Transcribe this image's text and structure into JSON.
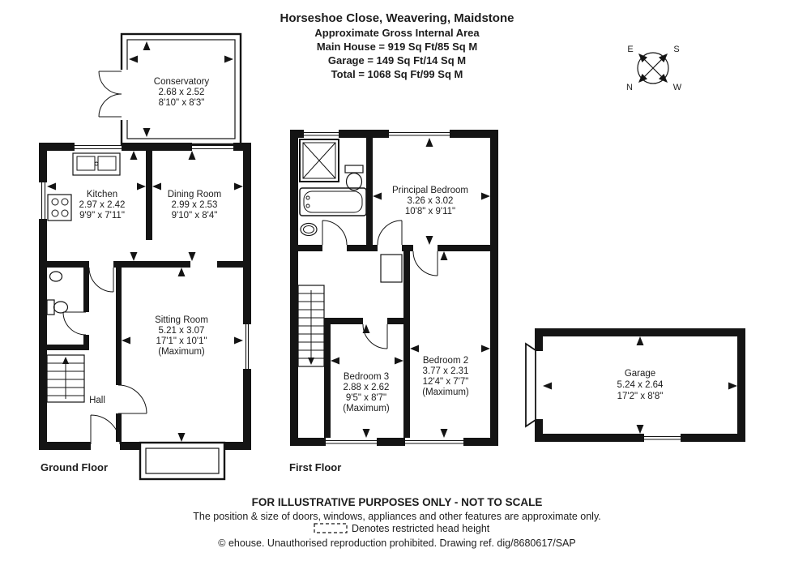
{
  "header": {
    "title": "Horseshoe Close, Weavering, Maidstone",
    "subtitle": "Approximate Gross Internal Area",
    "main_house": "Main House = 919 Sq Ft/85 Sq M",
    "garage_area": "Garage = 149 Sq Ft/14 Sq M",
    "total": "Total = 1068 Sq Ft/99 Sq M"
  },
  "compass": {
    "e": "E",
    "s": "S",
    "n": "N",
    "w": "W"
  },
  "floors": {
    "ground": "Ground Floor",
    "first": "First Floor"
  },
  "rooms": {
    "conservatory": {
      "name": "Conservatory",
      "metric": "2.68 x 2.52",
      "imperial": "8'10\" x 8'3\""
    },
    "kitchen": {
      "name": "Kitchen",
      "metric": "2.97 x 2.42",
      "imperial": "9'9\" x 7'11\""
    },
    "dining_room": {
      "name": "Dining Room",
      "metric": "2.99 x 2.53",
      "imperial": "9'10\" x 8'4\""
    },
    "sitting_room": {
      "name": "Sitting Room",
      "metric": "5.21 x 3.07",
      "imperial": "17'1\" x 10'1\"",
      "note": "(Maximum)"
    },
    "hall": {
      "name": "Hall"
    },
    "principal_bedroom": {
      "name": "Principal Bedroom",
      "metric": "3.26 x 3.02",
      "imperial": "10'8\" x 9'11\""
    },
    "bedroom_2": {
      "name": "Bedroom 2",
      "metric": "3.77 x 2.31",
      "imperial": "12'4\" x 7'7\"",
      "note": "(Maximum)"
    },
    "bedroom_3": {
      "name": "Bedroom 3",
      "metric": "2.88 x 2.62",
      "imperial": "9'5\" x 8'7\"",
      "note": "(Maximum)"
    },
    "garage": {
      "name": "Garage",
      "metric": "5.24 x 2.64",
      "imperial": "17'2\" x 8'8\""
    }
  },
  "footer": {
    "line1": "FOR ILLUSTRATIVE PURPOSES ONLY - NOT TO SCALE",
    "line2": "The position & size of doors, windows, appliances and other features are approximate only.",
    "restricted": "Denotes restricted head height",
    "copyright": "© ehouse. Unauthorised reproduction prohibited. Drawing ref. dig/8680617/SAP"
  }
}
